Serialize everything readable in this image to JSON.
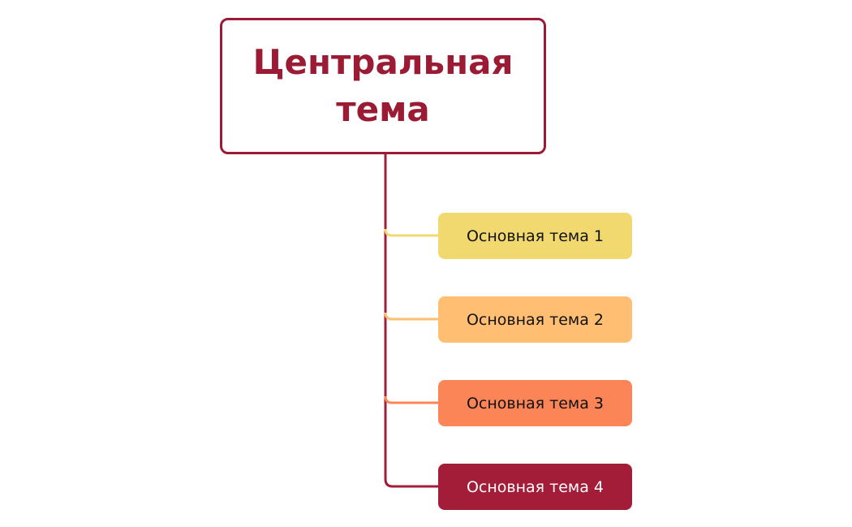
{
  "central": {
    "label": "Центральная тема",
    "color": "#9b1b35"
  },
  "branches": [
    {
      "label": "Основная тема 1",
      "fill": "#f1d96f",
      "line": "#f1d96f",
      "text": "#111111"
    },
    {
      "label": "Основная тема 2",
      "fill": "#ffbe72",
      "line": "#ffbe72",
      "text": "#111111"
    },
    {
      "label": "Основная тема 3",
      "fill": "#fb8557",
      "line": "#fb8557",
      "text": "#111111"
    },
    {
      "label": "Основная тема 4",
      "fill": "#a31c38",
      "line": "#a31c38",
      "text": "#ffffff"
    }
  ]
}
